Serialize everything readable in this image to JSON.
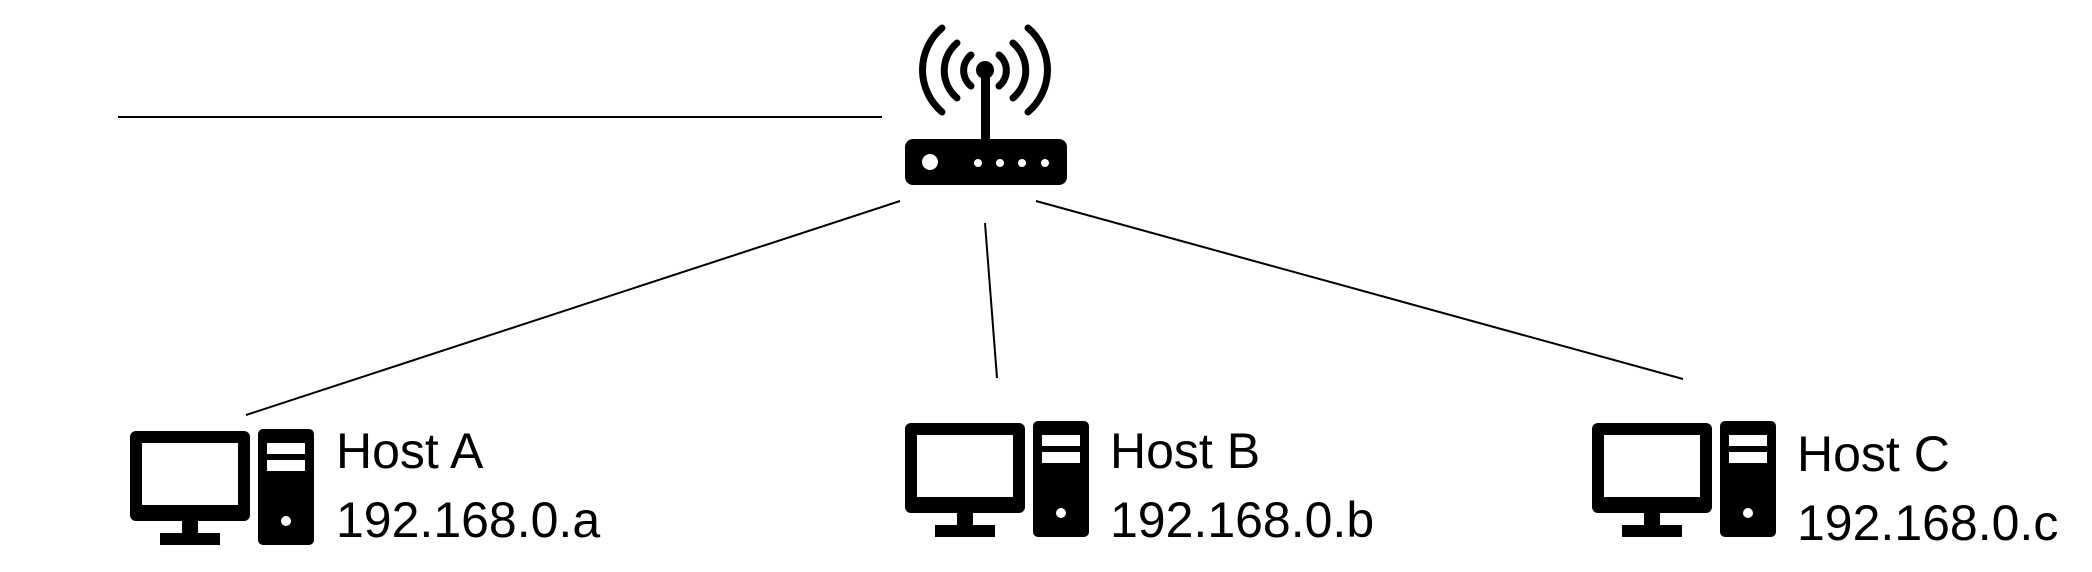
{
  "colors": {
    "icon": "#000000",
    "line": "#000000",
    "background": "#ffffff"
  },
  "router": {
    "icon": "wireless-router-icon"
  },
  "hosts": [
    {
      "name": "Host A",
      "ip": "192.168.0.a",
      "icon": "desktop-computer-icon"
    },
    {
      "name": "Host B",
      "ip": "192.168.0.b",
      "icon": "desktop-computer-icon"
    },
    {
      "name": "Host C",
      "ip": "192.168.0.c",
      "icon": "desktop-computer-icon"
    }
  ]
}
